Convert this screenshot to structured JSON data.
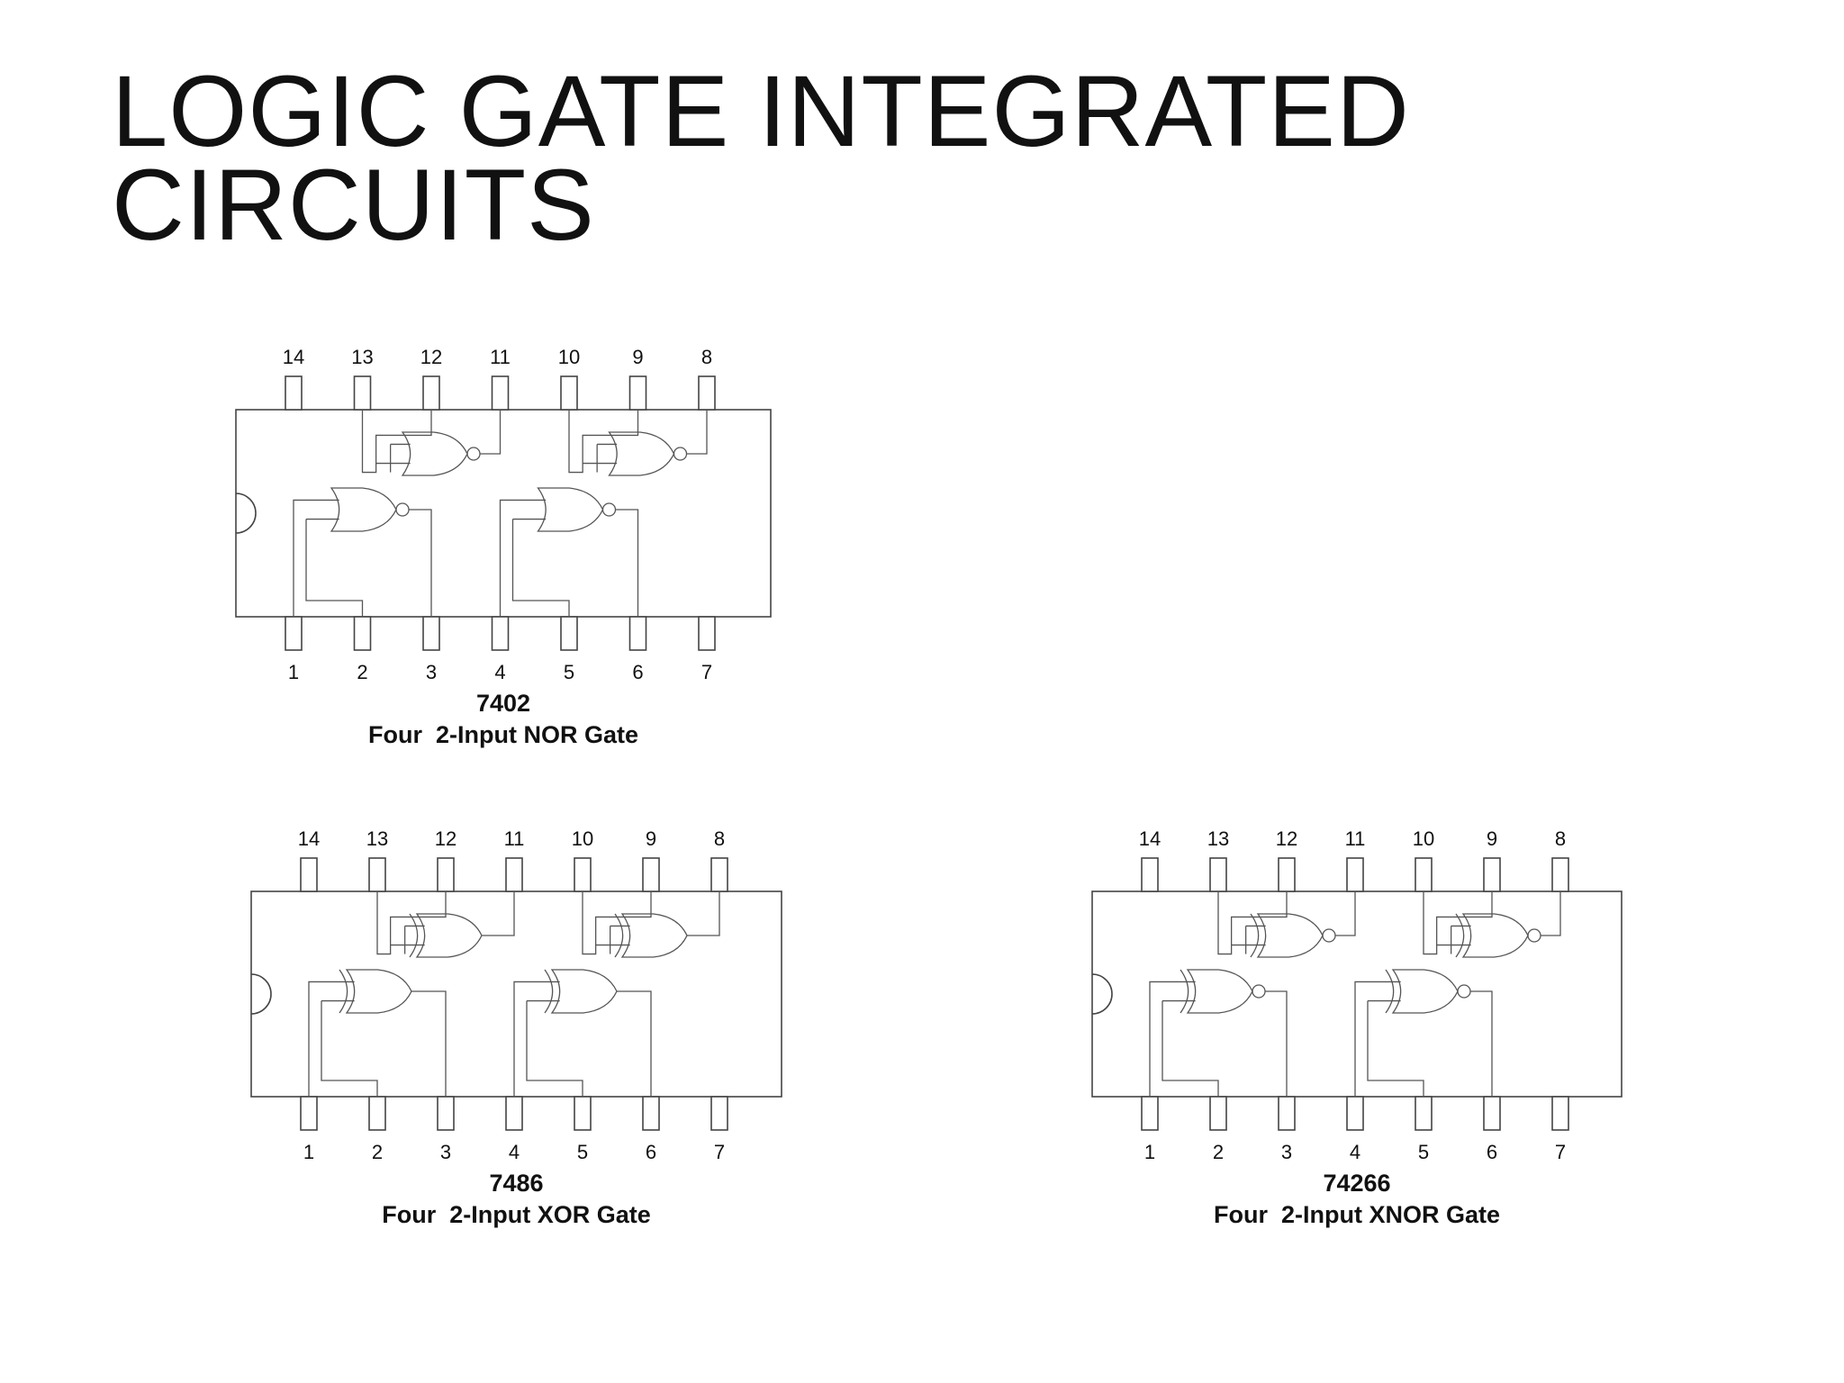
{
  "title_lines": [
    "LOGIC GATE INTEGRATED",
    "CIRCUITS"
  ],
  "chips": [
    {
      "part_number": "7402",
      "description": "Four  2-Input NOR Gate",
      "gate": "nor",
      "top_pins": [
        "14",
        "13",
        "12",
        "11",
        "10",
        "9",
        "8"
      ],
      "bottom_pins": [
        "1",
        "2",
        "3",
        "4",
        "5",
        "6",
        "7"
      ]
    },
    {
      "part_number": "7486",
      "description": "Four  2-Input XOR Gate",
      "gate": "xor",
      "top_pins": [
        "14",
        "13",
        "12",
        "11",
        "10",
        "9",
        "8"
      ],
      "bottom_pins": [
        "1",
        "2",
        "3",
        "4",
        "5",
        "6",
        "7"
      ]
    },
    {
      "part_number": "74266",
      "description": "Four  2-Input XNOR Gate",
      "gate": "xnor",
      "top_pins": [
        "14",
        "13",
        "12",
        "11",
        "10",
        "9",
        "8"
      ],
      "bottom_pins": [
        "1",
        "2",
        "3",
        "4",
        "5",
        "6",
        "7"
      ]
    }
  ]
}
